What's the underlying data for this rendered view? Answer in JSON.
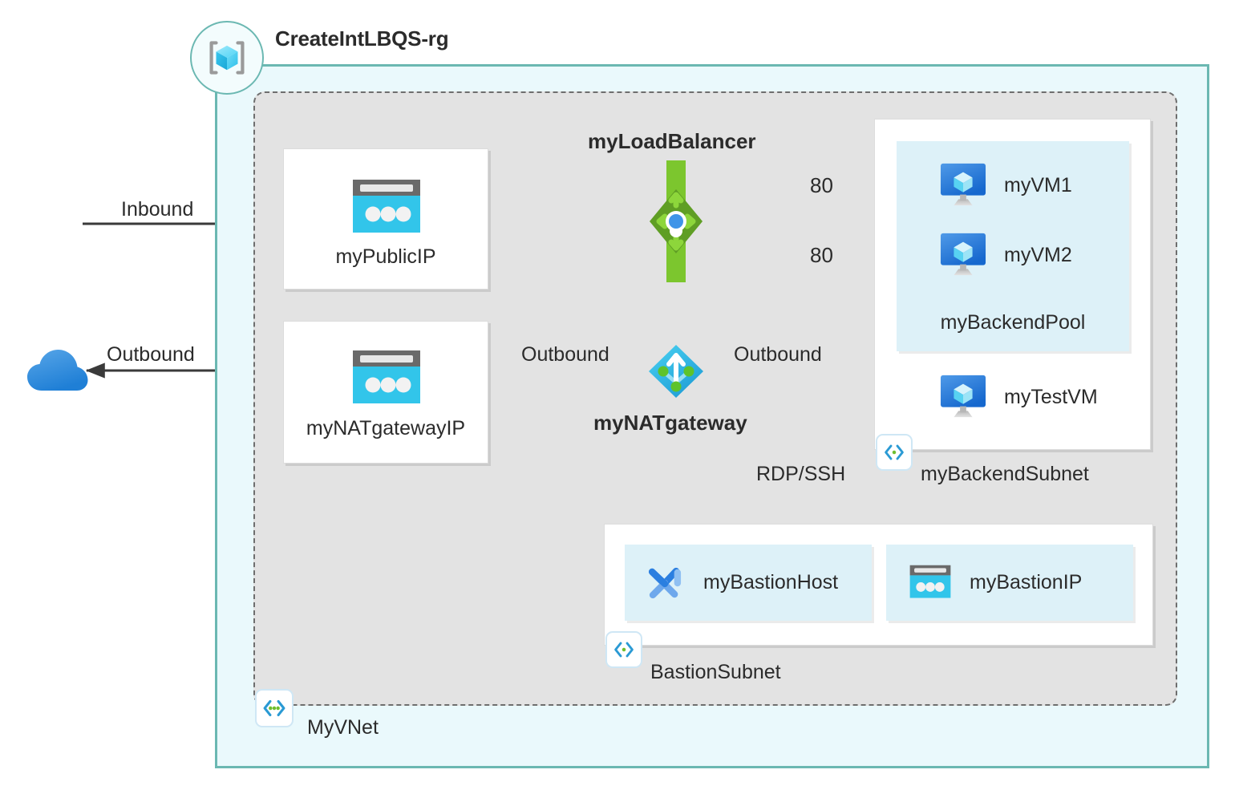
{
  "diagram": {
    "title": "CreateIntLBQS-rg",
    "resource_group": {
      "name": "CreateIntLBQS-rg",
      "icon": "resource-group-icon",
      "border_color": "#6bb8b2",
      "fill_color": "#eaf9fc"
    },
    "vnet": {
      "name": "MyVNet",
      "icon": "vnet-icon",
      "fill_color": "#e3e3e3",
      "border_color": "#6e6e6e"
    },
    "internet": {
      "icon": "cloud-icon",
      "color": "#2f8ee0"
    },
    "flows": {
      "inbound_label": "Inbound",
      "outbound_to_internet_label": "Outbound",
      "outbound_from_nat_label": "Outbound",
      "outbound_from_subnet_label": "Outbound",
      "rdp_ssh_label": "RDP/SSH"
    },
    "resources": {
      "public_ip": {
        "name": "myPublicIP",
        "icon": "public-ip-icon"
      },
      "nat_gateway_ip": {
        "name": "myNATgatewayIP",
        "icon": "public-ip-icon"
      },
      "load_balancer": {
        "name": "myLoadBalancer",
        "icon": "load-balancer-icon",
        "color": "#7fba2e"
      },
      "nat_gateway": {
        "name": "myNATgateway",
        "icon": "nat-gateway-icon",
        "color": "#32bedd"
      },
      "backend_pool": {
        "name": "myBackendPool"
      },
      "backend_subnet": {
        "name": "myBackendSubnet",
        "icon": "subnet-icon"
      },
      "bastion_subnet": {
        "name": "BastionSubnet",
        "icon": "subnet-icon"
      },
      "vms": [
        {
          "name": "myVM1",
          "icon": "virtual-machine-icon"
        },
        {
          "name": "myVM2",
          "icon": "virtual-machine-icon"
        }
      ],
      "test_vm": {
        "name": "myTestVM",
        "icon": "virtual-machine-icon"
      },
      "bastion_host": {
        "name": "myBastionHost",
        "icon": "bastion-icon"
      },
      "bastion_ip": {
        "name": "myBastionIP",
        "icon": "public-ip-icon"
      }
    },
    "ports": {
      "vm1_port": "80",
      "vm2_port": "80"
    },
    "colors": {
      "accent_teal": "#6bb8b2",
      "azure_blue": "#32bedd",
      "lb_green": "#7fba2e",
      "arrow_gray": "#3a3a3a",
      "card_light_cyan": "#ddf1f8"
    }
  }
}
